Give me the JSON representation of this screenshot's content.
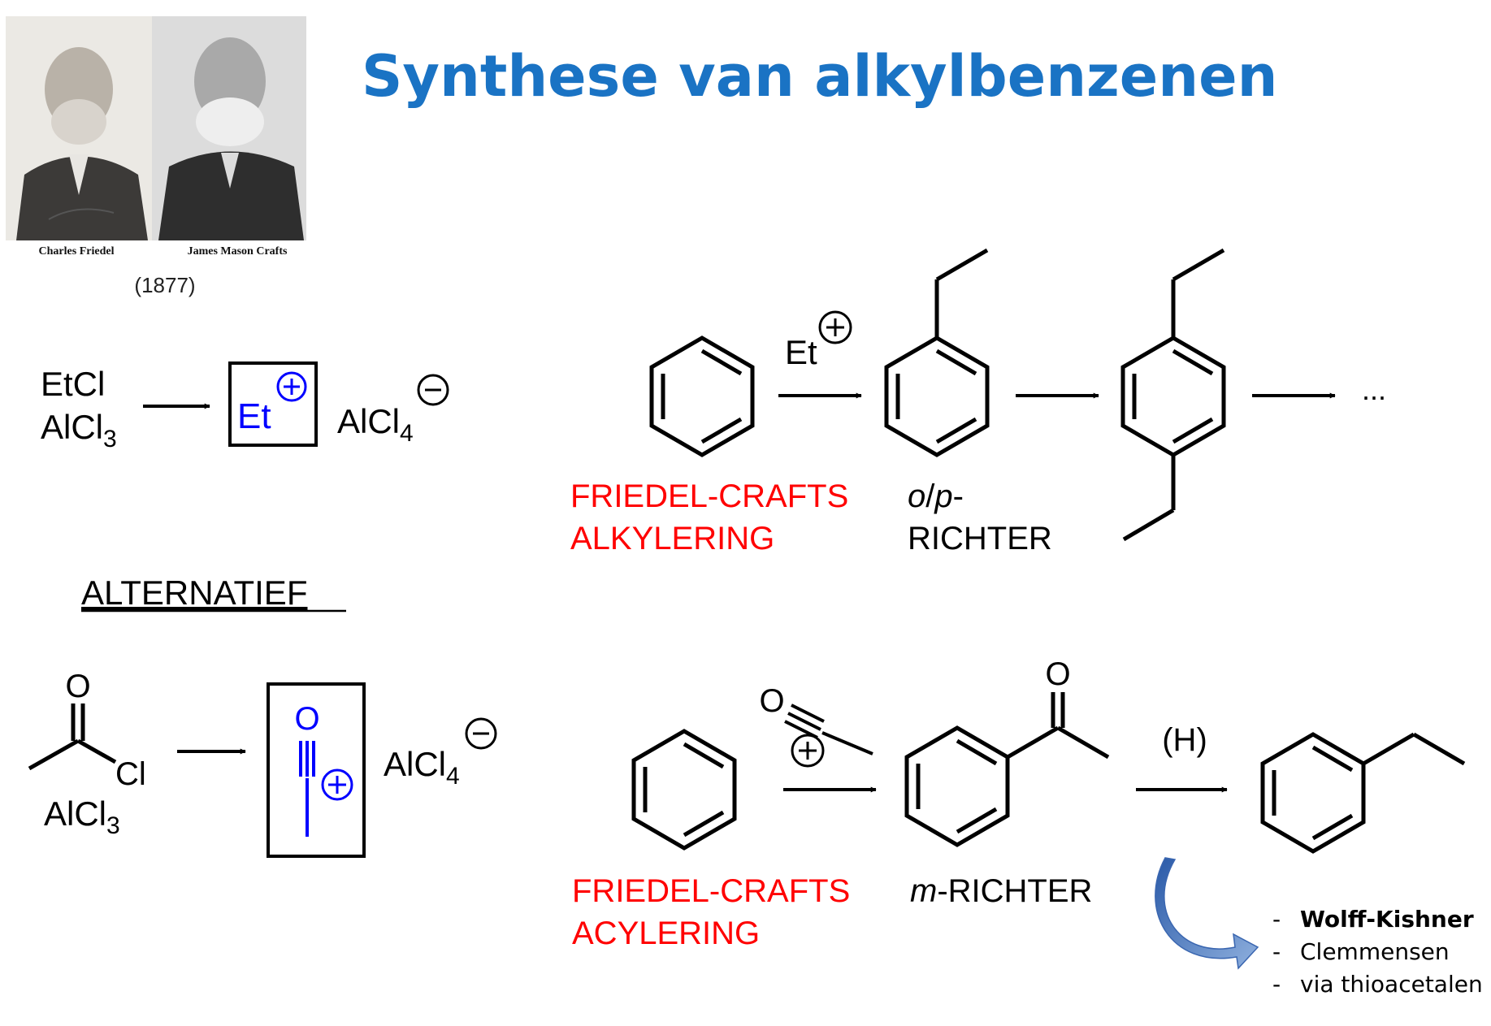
{
  "title": "Synthese van alkylbenzenen",
  "portrait": {
    "caption_left": "Charles Friedel",
    "caption_right": "James Mason Crafts",
    "year": "(1877)"
  },
  "alkylation": {
    "reagent1": "EtCl",
    "reagent2_base": "AlCl",
    "reagent2_sub": "3",
    "ion_base": "Et",
    "counterion_base": "AlCl",
    "counterion_sub": "4",
    "arrow_label": "Et",
    "reaction_line1": "FRIEDEL-CRAFTS",
    "reaction_line2": "ALKYLERING",
    "director_prefix": "o",
    "director_slash": "/",
    "director_p": "p",
    "director_dash": "-",
    "director_line2": "RICHTER",
    "ellipsis": "..."
  },
  "alternative": {
    "heading": "ALTERNATIEF",
    "acyl_o": "O",
    "acyl_cl": "Cl",
    "reagent_base": "AlCl",
    "reagent_sub": "3",
    "acylium_o": "O",
    "counterion_base": "AlCl",
    "counterion_sub": "4",
    "reagent_o": "O",
    "product_o": "O",
    "reduction_label": "(H)",
    "reaction_line1": "FRIEDEL-CRAFTS",
    "reaction_line2": "ACYLERING",
    "director_prefix": "m",
    "director_rest": "-RICHTER"
  },
  "reductions": [
    {
      "dash": "-",
      "label": "Wolff-Kishner"
    },
    {
      "dash": "-",
      "label": "Clemmensen"
    },
    {
      "dash": "-",
      "label": "via thioacetalen"
    }
  ],
  "colors": {
    "title": "#1a73c4",
    "reaction_name": "#ff0000",
    "ion": "#0000ff",
    "curved_arrow": "#3a66b0"
  }
}
